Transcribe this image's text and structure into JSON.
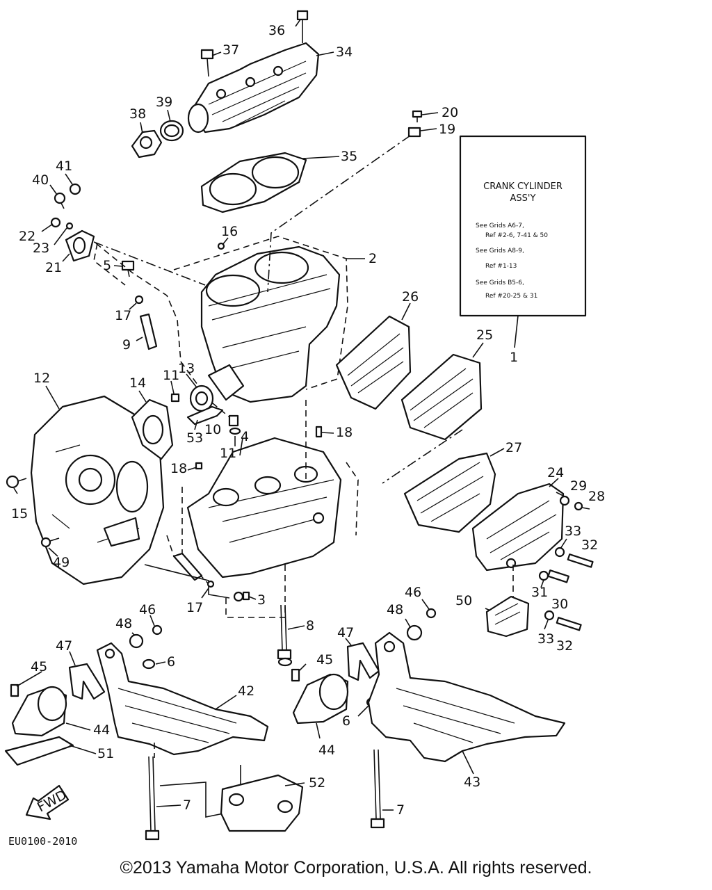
{
  "diagram": {
    "callout_box": {
      "title_line1": "CRANK CYLINDER",
      "title_line2": "ASS'Y",
      "ref1_a": "See Grids A6-7,",
      "ref1_b": "Ref #2-6, 7-41 & 50",
      "ref2_a": "See Grids A8-9,",
      "ref2_b": "Ref #1-13",
      "ref3_a": "See Grids B5-6,",
      "ref3_b": "Ref #20-25 & 31"
    },
    "fwd_label": "FWD",
    "code": "EU0100-2010",
    "labels": {
      "p36": "36",
      "p37": "37",
      "p34": "34",
      "p39": "39",
      "p38": "38",
      "p20": "20",
      "p19": "19",
      "p35": "35",
      "p41": "41",
      "p40": "40",
      "p22": "22",
      "p23": "23",
      "p21": "21",
      "p16": "16",
      "p2": "2",
      "p5": "5",
      "p17a": "17",
      "p9": "9",
      "p26": "26",
      "p25": "25",
      "p1": "1",
      "p12": "12",
      "p14": "14",
      "p11a": "11",
      "p13": "13",
      "p53": "53",
      "p10": "10",
      "p11b": "11",
      "p4": "4",
      "p18a": "18",
      "p18b": "18",
      "p27": "27",
      "p24": "24",
      "p29": "29",
      "p28": "28",
      "p15": "15",
      "p33a": "33",
      "p32a": "32",
      "p49": "49",
      "p31": "31",
      "p30": "30",
      "p17b": "17",
      "p3": "3",
      "p46a": "46",
      "p48a": "48",
      "p8": "8",
      "p46b": "46",
      "p48b": "48",
      "p50": "50",
      "p33b": "33",
      "p32b": "32",
      "p47a": "47",
      "p6a": "6",
      "p47b": "47",
      "p45a": "45",
      "p42": "42",
      "p45b": "45",
      "p44a": "44",
      "p6b": "6",
      "p51": "51",
      "p44b": "44",
      "p43": "43",
      "p52": "52",
      "p7a": "7",
      "p7b": "7"
    }
  },
  "footer": {
    "copyright": "©2013 Yamaha Motor Corporation, U.S.A. All rights reserved."
  }
}
